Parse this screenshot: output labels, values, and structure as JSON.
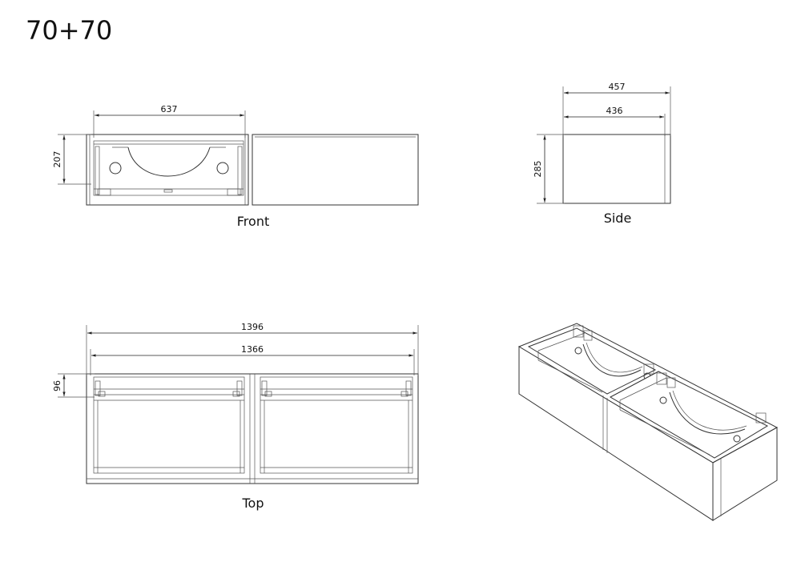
{
  "title": "70+70",
  "views": {
    "front": {
      "label": "Front",
      "dim_width": "637",
      "dim_height": "207"
    },
    "side": {
      "label": "Side",
      "dim_depth_outer": "457",
      "dim_depth_inner": "436",
      "dim_height": "285"
    },
    "top": {
      "label": "Top",
      "dim_width_outer": "1396",
      "dim_width_inner": "1366",
      "dim_depth": "96"
    }
  }
}
